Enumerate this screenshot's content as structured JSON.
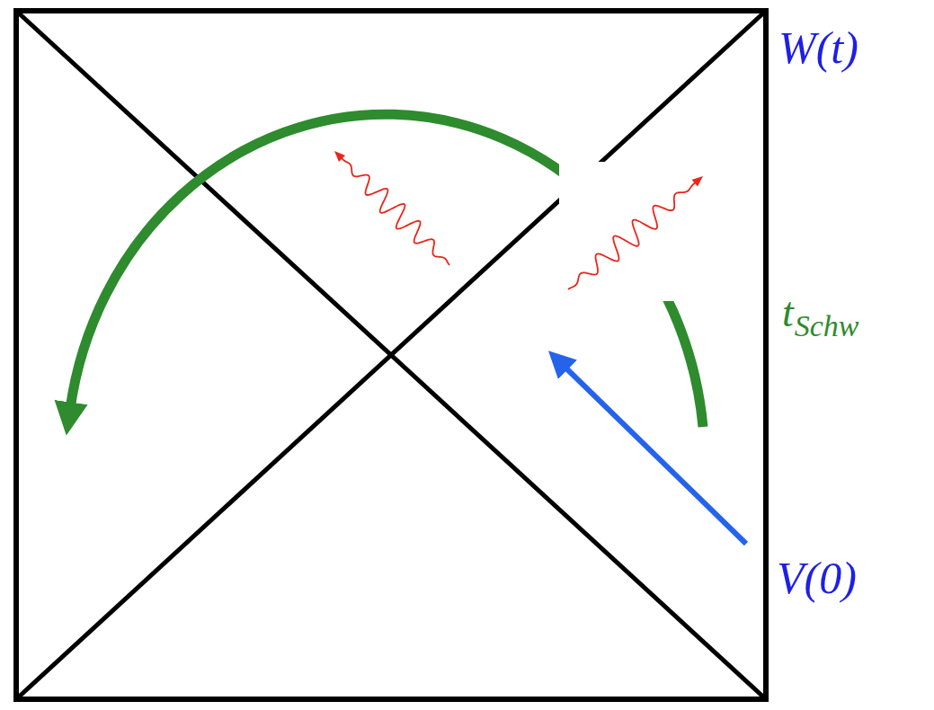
{
  "diagram": {
    "labels": [
      "W(t)",
      "V(0)",
      "t",
      "Schw"
    ]
  }
}
